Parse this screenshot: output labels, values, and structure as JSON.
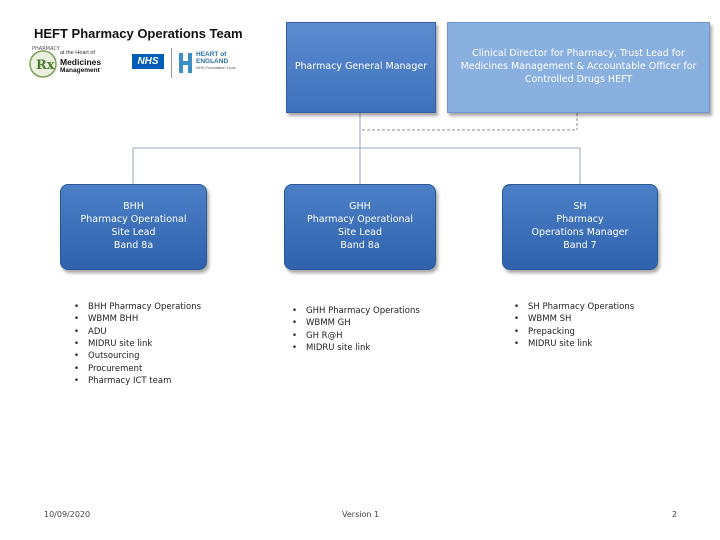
{
  "header": {
    "title": "HEFT Pharmacy Operations Team",
    "logos": {
      "pharmacy_text": "PHARMACY",
      "rx": "Rx",
      "heart_line1": "at the Heart of",
      "heart_line2": "Medicines",
      "heart_line3": "Management",
      "nhs": "NHS",
      "hoe_line1": "HEART of",
      "hoe_line2": "ENGLAND",
      "hoe_line3": "NHS Foundation Trust"
    }
  },
  "top_nodes": {
    "general_manager": "Pharmacy General Manager",
    "clinical_director": "Clinical Director for Pharmacy, Trust Lead for Medicines Management & Accountable Officer for Controlled Drugs HEFT"
  },
  "sites": [
    {
      "lines": [
        "BHH",
        "Pharmacy Operational",
        "Site Lead",
        "Band 8a"
      ],
      "duties": [
        "BHH Pharmacy Operations",
        "WBMM BHH",
        "ADU",
        "MIDRU site link",
        "Outsourcing",
        "Procurement",
        "Pharmacy ICT team"
      ]
    },
    {
      "lines": [
        "GHH",
        "Pharmacy Operational",
        "Site Lead",
        "Band 8a"
      ],
      "duties": [
        "GHH Pharmacy Operations",
        "WBMM GH",
        "GH R@H",
        "MIDRU site link"
      ]
    },
    {
      "lines": [
        "SH",
        "Pharmacy",
        "Operations Manager",
        "Band 7"
      ],
      "duties": [
        "SH Pharmacy Operations",
        "WBMM SH",
        "Prepacking",
        "MIDRU site link"
      ]
    }
  ],
  "footer": {
    "date": "10/09/2020",
    "version": "Version 1",
    "page": "2"
  },
  "colors": {
    "node_dark": "#3f72bd",
    "node_light": "#8ab0e0",
    "nhs_blue": "#005eb8",
    "connector": "#9aa6b4"
  }
}
